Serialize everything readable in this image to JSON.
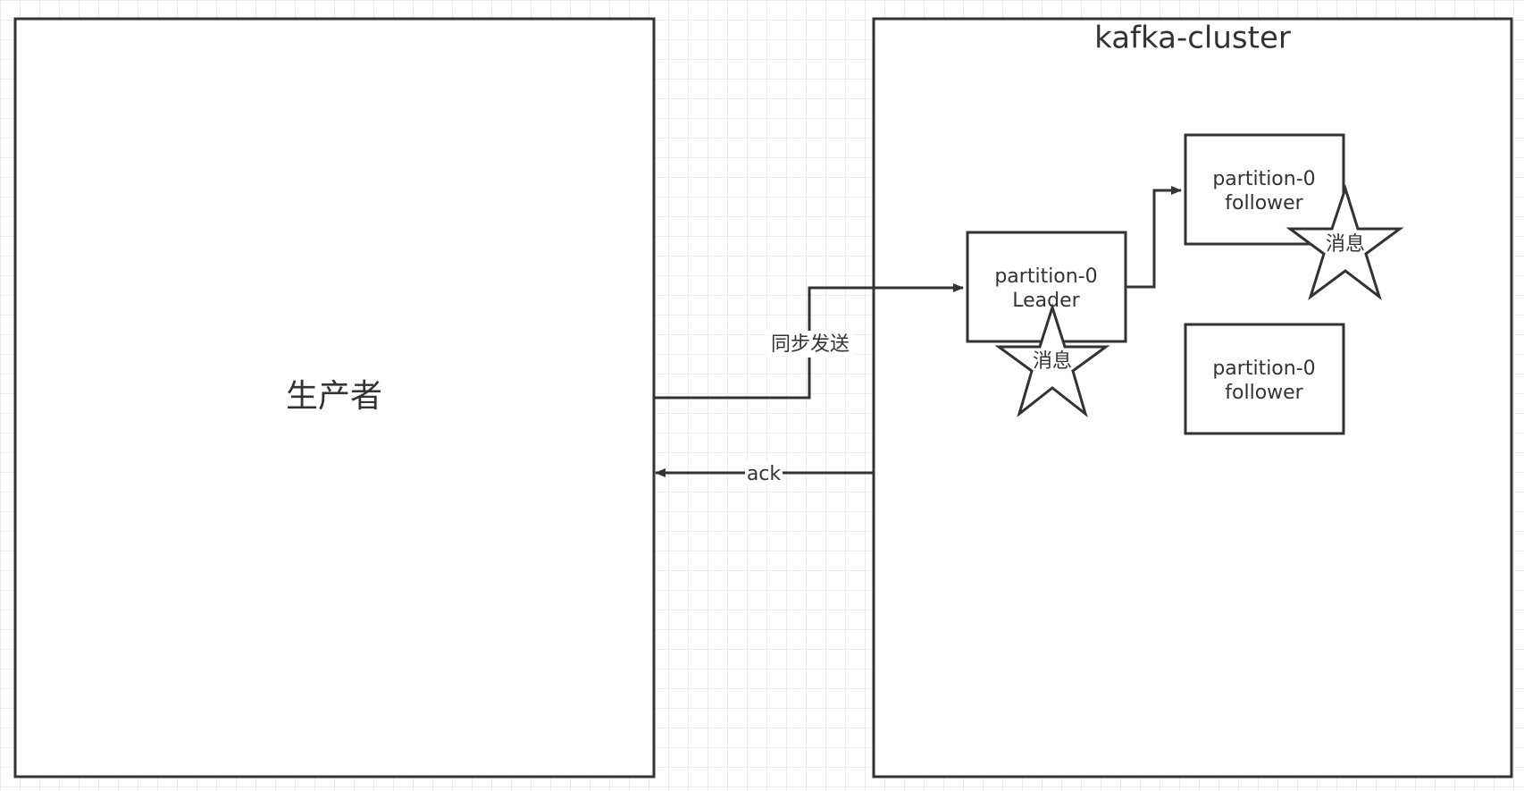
{
  "producer": {
    "label": "生产者"
  },
  "cluster": {
    "title": "kafka-cluster"
  },
  "leader": {
    "line1": "partition-0",
    "line2": "Leader"
  },
  "follower_1": {
    "line1": "partition-0",
    "line2": "follower"
  },
  "follower_2": {
    "line1": "partition-0",
    "line2": "follower"
  },
  "messages": {
    "leader_star": "消息",
    "follower_star": "消息"
  },
  "edges": {
    "sync_send": "同步发送",
    "ack": "ack"
  },
  "colors": {
    "stroke": "#333333",
    "grid": "#ececec",
    "background": "#ffffff"
  }
}
